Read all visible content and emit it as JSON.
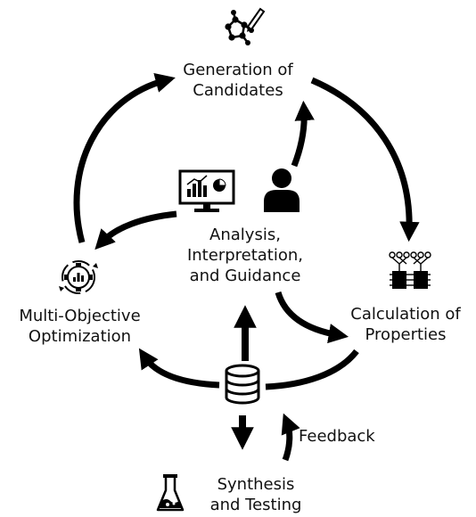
{
  "nodes": {
    "generation": "Generation of\nCandidates",
    "calculation": "Calculation of\nProperties",
    "multi_objective": "Multi-Objective\nOptimization",
    "analysis": "Analysis,\nInterpretation,\nand Guidance",
    "synthesis": "Synthesis\nand Testing"
  },
  "edges": {
    "feedback": "Feedback"
  },
  "icons": {
    "generation": "molecule-pencil-icon",
    "calculation": "neural-network-chip-icon",
    "multi_objective": "gear-chart-icon",
    "analysis_monitor": "monitor-chart-icon",
    "analysis_person": "person-icon",
    "database": "database-icon",
    "synthesis": "flask-icon"
  },
  "colors": {
    "arrows": "#000000",
    "text": "#111111"
  }
}
